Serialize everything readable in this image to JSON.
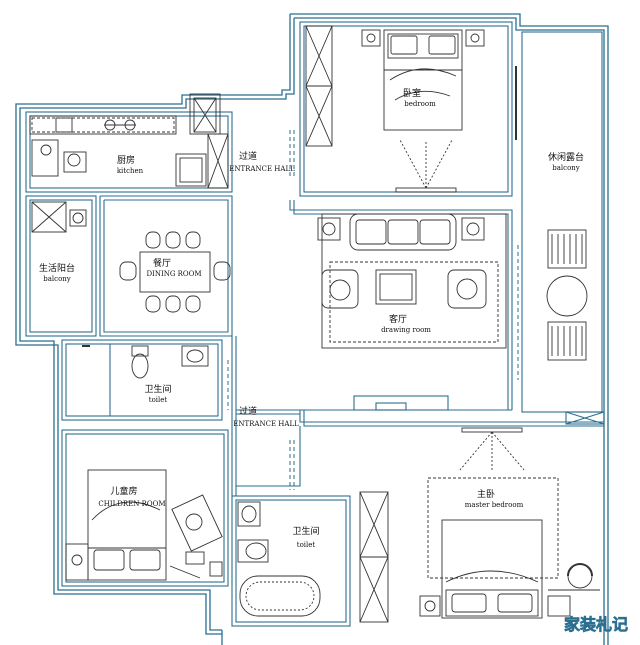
{
  "colors": {
    "wall": "#2a6f8f",
    "line": "#1a1a1a",
    "furniture": "#333333",
    "background": "#ffffff",
    "watermark": "#ffffff"
  },
  "rooms": {
    "bedroom": {
      "cn": "卧室",
      "en": "bedroom"
    },
    "entrance_hall_top": {
      "cn": "过道",
      "en": "ENTRANCE HALL"
    },
    "leisure_balcony": {
      "cn": "休闲露台",
      "en": "balcony"
    },
    "kitchen": {
      "cn": "厨房",
      "en": "kitchen"
    },
    "utility_balcony": {
      "cn": "生活阳台",
      "en": "balcony"
    },
    "dining": {
      "cn": "餐厅",
      "en": "DINING ROOM"
    },
    "drawing": {
      "cn": "客厅",
      "en": "drawing room"
    },
    "toilet_1": {
      "cn": "卫生间",
      "en": "toilet"
    },
    "entrance_hall_bottom": {
      "cn": "过道",
      "en": "ENTRANCE HALL"
    },
    "children": {
      "cn": "儿童房",
      "en": "CHILDREN ROOM"
    },
    "toilet_2": {
      "cn": "卫生间",
      "en": "toilet"
    },
    "master": {
      "cn": "主卧",
      "en": "master bedroom"
    }
  },
  "watermark": {
    "text": "家装札记"
  }
}
